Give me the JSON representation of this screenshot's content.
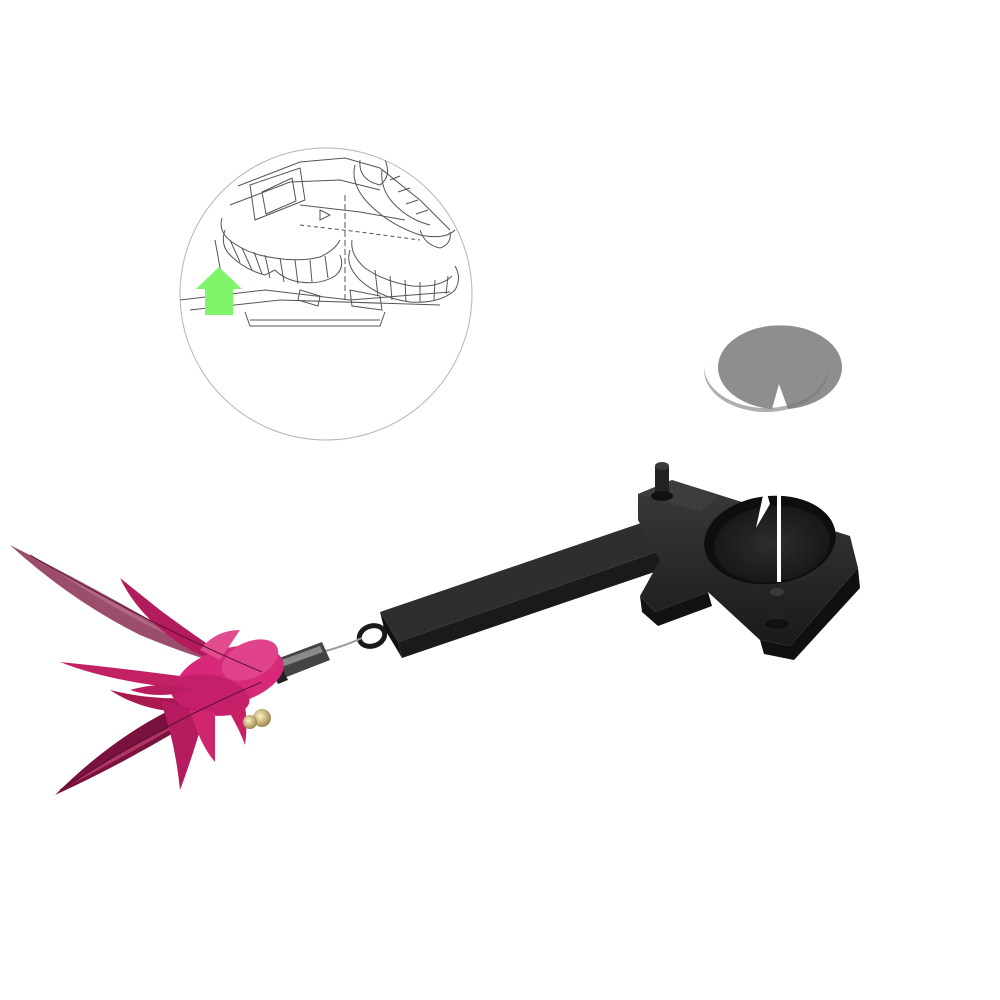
{
  "colors": {
    "background": "#ffffff",
    "arrow": "#7ef56a",
    "holder": "#262626",
    "holder_edge": "#121212",
    "disc": "#8e8e8e",
    "feather": "#d1206e",
    "feather_dark": "#7a1240",
    "line_art": "#555555",
    "detail_circle": "#b5b5b5"
  },
  "icons": {
    "arrow": "up-arrow-icon",
    "disc": "magnetic-disc",
    "holder": "feather-holder",
    "feather": "feather-toy"
  }
}
